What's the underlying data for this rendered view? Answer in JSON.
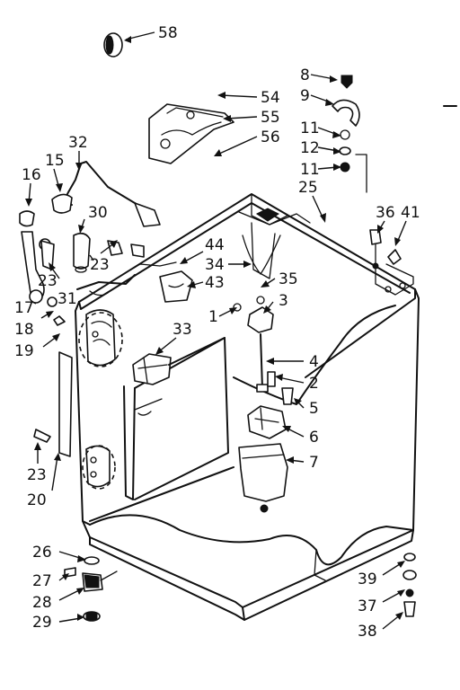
{
  "diagram": {
    "type": "exploded parts view",
    "callouts": [
      {
        "id": "58",
        "label": "58"
      },
      {
        "id": "8",
        "label": "8"
      },
      {
        "id": "9",
        "label": "9"
      },
      {
        "id": "54",
        "label": "54"
      },
      {
        "id": "55",
        "label": "55"
      },
      {
        "id": "56",
        "label": "56"
      },
      {
        "id": "11a",
        "label": "11"
      },
      {
        "id": "12",
        "label": "12"
      },
      {
        "id": "11b",
        "label": "11"
      },
      {
        "id": "32",
        "label": "32"
      },
      {
        "id": "15",
        "label": "15"
      },
      {
        "id": "16",
        "label": "16"
      },
      {
        "id": "25",
        "label": "25"
      },
      {
        "id": "30",
        "label": "30"
      },
      {
        "id": "36",
        "label": "36"
      },
      {
        "id": "41",
        "label": "41"
      },
      {
        "id": "44",
        "label": "44"
      },
      {
        "id": "34",
        "label": "34"
      },
      {
        "id": "35",
        "label": "35"
      },
      {
        "id": "43",
        "label": "43"
      },
      {
        "id": "23a",
        "label": "23"
      },
      {
        "id": "23b",
        "label": "23"
      },
      {
        "id": "31",
        "label": "31"
      },
      {
        "id": "3",
        "label": "3"
      },
      {
        "id": "17",
        "label": "17"
      },
      {
        "id": "1",
        "label": "1"
      },
      {
        "id": "33",
        "label": "33"
      },
      {
        "id": "18",
        "label": "18"
      },
      {
        "id": "19",
        "label": "19"
      },
      {
        "id": "4",
        "label": "4"
      },
      {
        "id": "2",
        "label": "2"
      },
      {
        "id": "5",
        "label": "5"
      },
      {
        "id": "6",
        "label": "6"
      },
      {
        "id": "23c",
        "label": "23"
      },
      {
        "id": "7",
        "label": "7"
      },
      {
        "id": "20",
        "label": "20"
      },
      {
        "id": "26",
        "label": "26"
      },
      {
        "id": "27",
        "label": "27"
      },
      {
        "id": "28",
        "label": "28"
      },
      {
        "id": "29",
        "label": "29"
      },
      {
        "id": "39",
        "label": "39"
      },
      {
        "id": "37",
        "label": "37"
      },
      {
        "id": "38",
        "label": "38"
      }
    ]
  }
}
